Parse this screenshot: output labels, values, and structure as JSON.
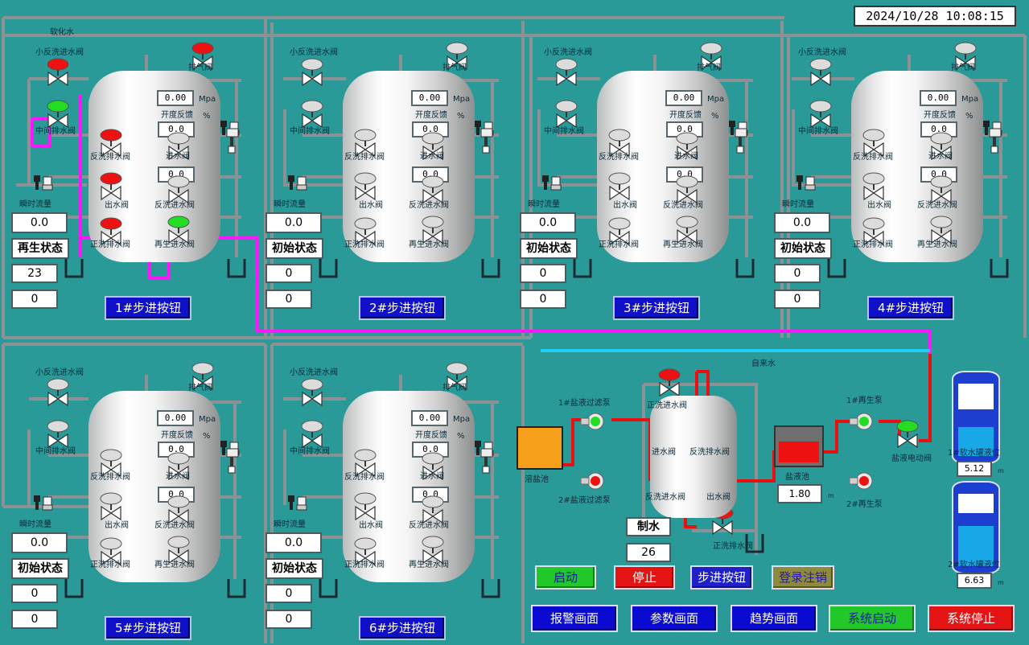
{
  "clock": "2024/10/28 10:08:15",
  "labels": {
    "softwater": "软化水",
    "tapwater": "自来水",
    "salt_dissolve": "溶盐池",
    "brine_tank": "盐液池",
    "pump_filter1": "1#盐液过滤泵",
    "pump_filter2": "2#盐液过滤泵",
    "pump_regen1": "1#再生泵",
    "pump_regen2": "2#再生泵",
    "brine_valve": "盐液电动阀",
    "level1": "1#软水罐液位",
    "level2": "2#软水罐液位",
    "unit_m": "m",
    "unit_m2": "m",
    "unit_m3": "m",
    "unit_mpa": "Mpa",
    "unit_pct": "%"
  },
  "valve_names": {
    "small_backwash_in": "小反洗进水阀",
    "middle_drain": "中间排水阀",
    "backwash_drain": "反洗排水阀",
    "outlet": "出水阀",
    "forward_drain": "正洗排水阀",
    "vent": "排气阀",
    "opening_fb": "开度反馈",
    "inlet": "进水阀",
    "backwash_in": "反洗进水阀",
    "regen_in": "再生进水阀",
    "flow": "瞬时流量"
  },
  "units": [
    {
      "btn": "1#步进按钮",
      "state": "再生状态",
      "flow": "0.0",
      "pressure": "0.00",
      "opening": "0.0",
      "inlet_val": "0.0",
      "backwash_val": "0.0",
      "n1": "23",
      "n2": "0"
    },
    {
      "btn": "2#步进按钮",
      "state": "初始状态",
      "flow": "0.0",
      "pressure": "0.00",
      "opening": "0.0",
      "inlet_val": "0.0",
      "backwash_val": "0.0",
      "n1": "0",
      "n2": "0"
    },
    {
      "btn": "3#步进按钮",
      "state": "初始状态",
      "flow": "0.0",
      "pressure": "0.00",
      "opening": "0.0",
      "inlet_val": "0.0",
      "backwash_val": "0.0",
      "n1": "0",
      "n2": "0"
    },
    {
      "btn": "4#步进按钮",
      "state": "初始状态",
      "flow": "0.0",
      "pressure": "0.00",
      "opening": "0.0",
      "inlet_val": "0.0",
      "backwash_val": "0.0",
      "n1": "0",
      "n2": "0"
    },
    {
      "btn": "5#步进按钮",
      "state": "初始状态",
      "flow": "0.0",
      "pressure": "0.00",
      "opening": "0.0",
      "inlet_val": "0.0",
      "backwash_val": "0.0",
      "n1": "0",
      "n2": "0"
    },
    {
      "btn": "6#步进按钮",
      "state": "初始状态",
      "flow": "0.0",
      "pressure": "0.00",
      "opening": "0.0",
      "inlet_val": "0.0",
      "backwash_val": "0.0",
      "n1": "0",
      "n2": "0"
    }
  ],
  "brine_unit": {
    "forward_in": "正洗进水阀",
    "inlet": "进水阀",
    "backwash_drain": "反洗排水阀",
    "backwash_in": "反洗进水阀",
    "outlet": "出水阀",
    "forward_drain": "正洗排水阀",
    "mode": "制水",
    "count": "26",
    "brine_level": "1.80",
    "level1_value": "5.12",
    "level2_value": "6.63",
    "level1_fill": 0.52,
    "level2_fill": 0.62
  },
  "buttons": {
    "start": "启动",
    "stop": "停止",
    "step": "步进按钮",
    "login": "登录注销",
    "alarm": "报警画面",
    "params": "参数画面",
    "trend": "趋势画面",
    "sys_start": "系统启动",
    "sys_stop": "系统停止"
  },
  "colors": {
    "bg": "#2a9a98",
    "pipe": "#8c9294",
    "regen_line": "#ff16ff",
    "tap_line": "#1ed0f6",
    "brine_line": "#e81010",
    "valve_on": "#22dd22",
    "valve_off": "#ee1111",
    "valve_idle": "#dcdcdc"
  }
}
